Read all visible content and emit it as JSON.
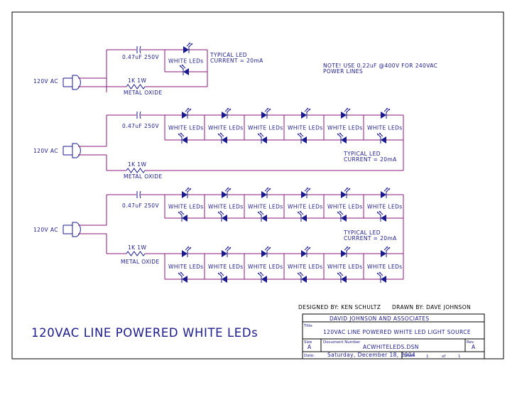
{
  "drawing": {
    "title": "120VAC LINE POWERED WHITE LEDs",
    "note_line1": "NOTE! USE 0.22uF @400V FOR 240VAC",
    "note_line2": "POWER LINES"
  },
  "circuits": [
    {
      "source_label": "120V AC",
      "capacitor_label": "0.47uF 250V",
      "resistor_label": "1K 1W",
      "resistor_type": "METAL OXIDE",
      "typical_line1": "TYPICAL LED",
      "typical_line2": "CURRENT = 20mA",
      "led_label": "WHITE LEDs"
    },
    {
      "source_label": "120V AC",
      "capacitor_label": "0.47uF 250V",
      "resistor_label": "1K 1W",
      "resistor_type": "METAL OXIDE",
      "typical_line1": "TYPICAL LED",
      "typical_line2": "CURRENT = 20mA",
      "led_label": "WHITE LEDs"
    },
    {
      "source_label": "120V AC",
      "capacitor_label": "0.47uF 250V",
      "resistor_label": "1K 1W",
      "resistor_type": "METAL OXIDE",
      "typical_line1": "TYPICAL LED",
      "typical_line2": "CURRENT = 20mA",
      "led_label": "WHITE LEDs"
    }
  ],
  "title_block": {
    "designed_by": "DESIGNED BY: KEN SCHULTZ",
    "drawn_by": "DRAWN BY: DAVE JOHNSON",
    "company": "DAVID JOHNSON AND ASSOCIATES",
    "title_caption": "Title",
    "title": "120VAC LINE POWERED WHITE LED LIGHT SOURCE",
    "size_caption": "Size",
    "size": "A",
    "docnum_caption": "Document Number",
    "docnum": "ACWHITELEDS.DSN",
    "rev_caption": "Rev",
    "rev": "A",
    "date_caption": "Date:",
    "date": "Saturday, December 18, 2004",
    "sheet_caption": "Sheet",
    "sheet_num": "1",
    "of_caption": "of",
    "sheet_total": "1"
  },
  "colors": {
    "wire": "#8a1a7a",
    "component": "#1a1a8c",
    "text": "#1a1a8c"
  }
}
